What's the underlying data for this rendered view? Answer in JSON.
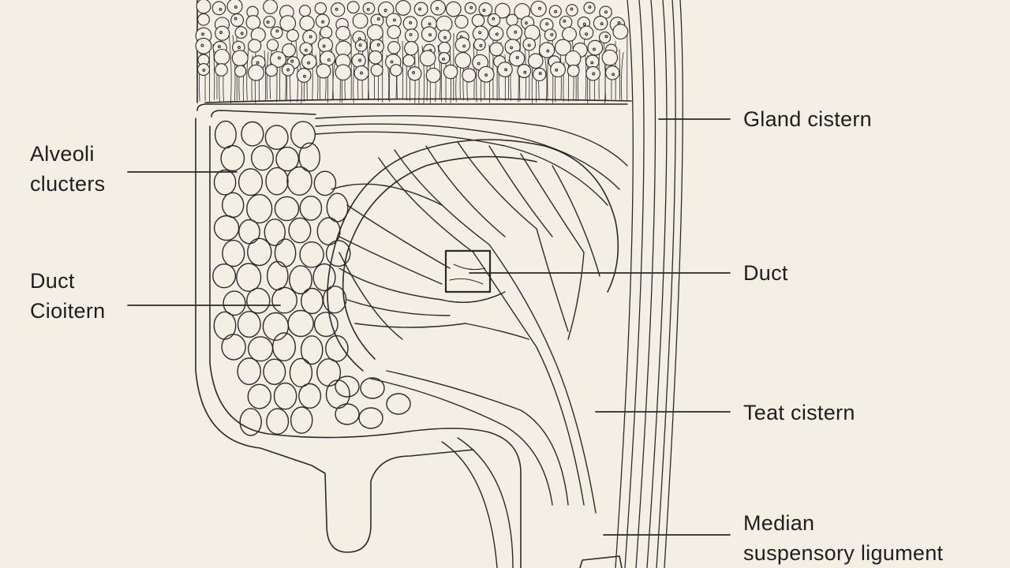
{
  "labels": {
    "alveoli": {
      "line1": "Alveoli",
      "line2": "cluсters"
    },
    "duct_cistern": {
      "line1": "Duct",
      "line2": "Cioitern"
    },
    "gland_cistern": {
      "line1": "Gland cistern"
    },
    "duct": {
      "line1": "Duct"
    },
    "teat_cistern": {
      "line1": "Teat cistern"
    },
    "median_ligament": {
      "line1": "Median",
      "line2": "suspensory ligument"
    }
  },
  "colors": {
    "background": "#f3efe4",
    "ink": "#2a2a2a",
    "label_text": "#1e1e1e"
  }
}
